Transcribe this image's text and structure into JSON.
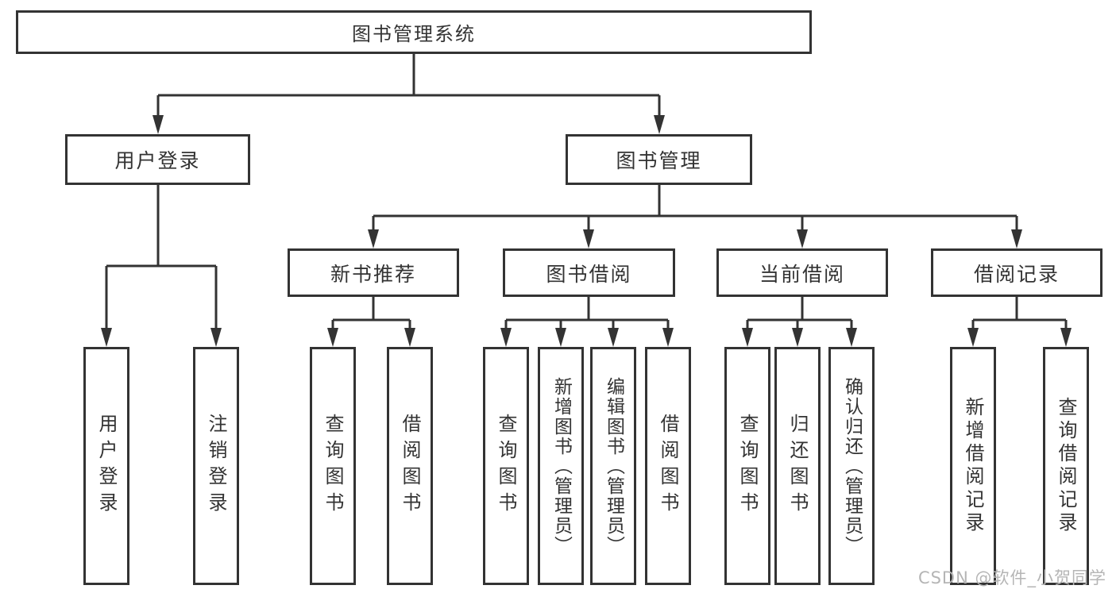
{
  "diagram": {
    "type": "hierarchy-tree",
    "watermark": "CSDN @软件_小贺同学",
    "colors": {
      "line": "#333333",
      "text": "#333333",
      "box_background": "#ffffff",
      "page_background": "#ffffff",
      "watermark": "#b5b5b5"
    },
    "nodes": {
      "root": "图书管理系统",
      "user_login": "用户登录",
      "book_mgmt": "图书管理",
      "new_book_rec": "新书推荐",
      "book_borrow": "图书借阅",
      "current_borrow": "当前借阅",
      "borrow_records": "借阅记录",
      "user_login_leaf": "用户登录",
      "logout": "注销登录",
      "query_book_1": "查询图书",
      "borrow_book_1": "借阅图书",
      "query_book_2": "查询图书",
      "add_book_admin": "新增图书（管理员）",
      "edit_book_admin": "编辑图书（管理员）",
      "borrow_book_2": "借阅图书",
      "query_book_3": "查询图书",
      "return_book": "归还图书",
      "confirm_return_admin": "确认归还（管理员）",
      "add_borrow_record": "新增借阅记录",
      "query_borrow_record": "查询借阅记录"
    },
    "edges": [
      {
        "from": "图书管理系统",
        "to": "用户登录"
      },
      {
        "from": "图书管理系统",
        "to": "图书管理"
      },
      {
        "from": "用户登录",
        "to": "用户登录"
      },
      {
        "from": "用户登录",
        "to": "注销登录"
      },
      {
        "from": "图书管理",
        "to": "新书推荐"
      },
      {
        "from": "图书管理",
        "to": "图书借阅"
      },
      {
        "from": "图书管理",
        "to": "当前借阅"
      },
      {
        "from": "图书管理",
        "to": "借阅记录"
      },
      {
        "from": "新书推荐",
        "to": "查询图书"
      },
      {
        "from": "新书推荐",
        "to": "借阅图书"
      },
      {
        "from": "图书借阅",
        "to": "查询图书"
      },
      {
        "from": "图书借阅",
        "to": "新增图书（管理员）"
      },
      {
        "from": "图书借阅",
        "to": "编辑图书（管理员）"
      },
      {
        "from": "图书借阅",
        "to": "借阅图书"
      },
      {
        "from": "当前借阅",
        "to": "查询图书"
      },
      {
        "from": "当前借阅",
        "to": "归还图书"
      },
      {
        "from": "当前借阅",
        "to": "确认归还（管理员）"
      },
      {
        "from": "借阅记录",
        "to": "新增借阅记录"
      },
      {
        "from": "借阅记录",
        "to": "查询借阅记录"
      }
    ]
  }
}
